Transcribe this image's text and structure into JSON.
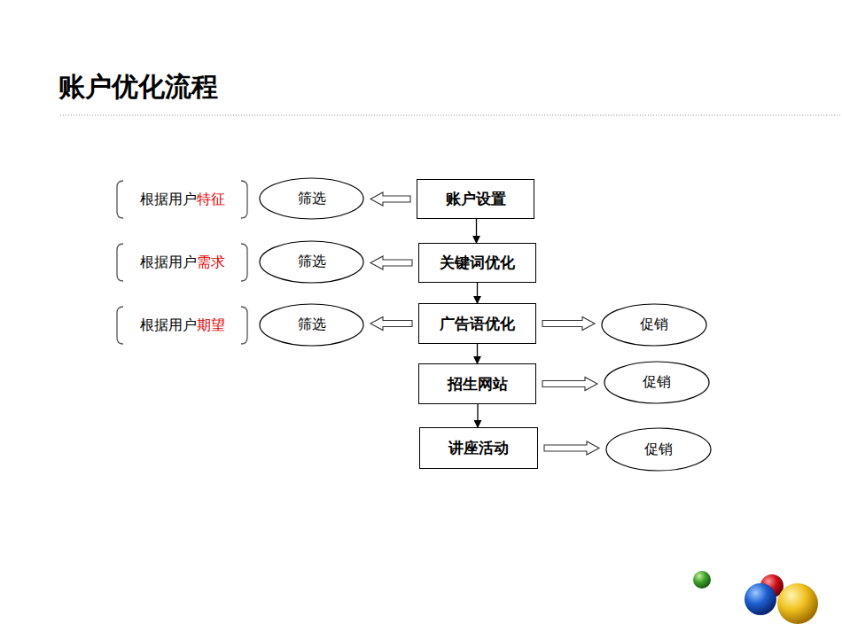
{
  "diagram": {
    "title": "账户优化流程",
    "nodes": [
      {
        "text": [
          "根据用户",
          "特征"
        ]
      },
      {
        "text": [
          "筛选"
        ]
      },
      {
        "text": [
          "账户设置"
        ]
      },
      {
        "text": [
          "根据用户",
          "需求"
        ]
      },
      {
        "text": [
          "筛选"
        ]
      },
      {
        "text": [
          "关键词优化"
        ]
      },
      {
        "text": [
          "根据用户",
          "期望"
        ]
      },
      {
        "text": [
          "筛选"
        ]
      },
      {
        "text": [
          "广告语优化"
        ]
      },
      {
        "text": [
          "促销"
        ]
      },
      {
        "text": [
          "招生网站"
        ]
      },
      {
        "text": [
          "促销"
        ]
      },
      {
        "text": [
          "讲座活动"
        ]
      },
      {
        "text": [
          "促销"
        ]
      }
    ],
    "edges": [
      {
        "from": 2,
        "to": 5,
        "arrow": "to"
      },
      {
        "from": 5,
        "to": 8,
        "arrow": "to"
      },
      {
        "from": 8,
        "to": 10,
        "arrow": "to"
      },
      {
        "from": 10,
        "to": 12,
        "arrow": "to"
      },
      {
        "from": 2,
        "to": 1,
        "arrow": "to"
      },
      {
        "from": 5,
        "to": 4,
        "arrow": "to"
      },
      {
        "from": 8,
        "to": 7,
        "arrow": "to"
      },
      {
        "from": 8,
        "to": 9,
        "arrow": "to"
      },
      {
        "from": 10,
        "to": 11,
        "arrow": "to"
      },
      {
        "from": 12,
        "to": 13,
        "arrow": "to"
      }
    ]
  }
}
